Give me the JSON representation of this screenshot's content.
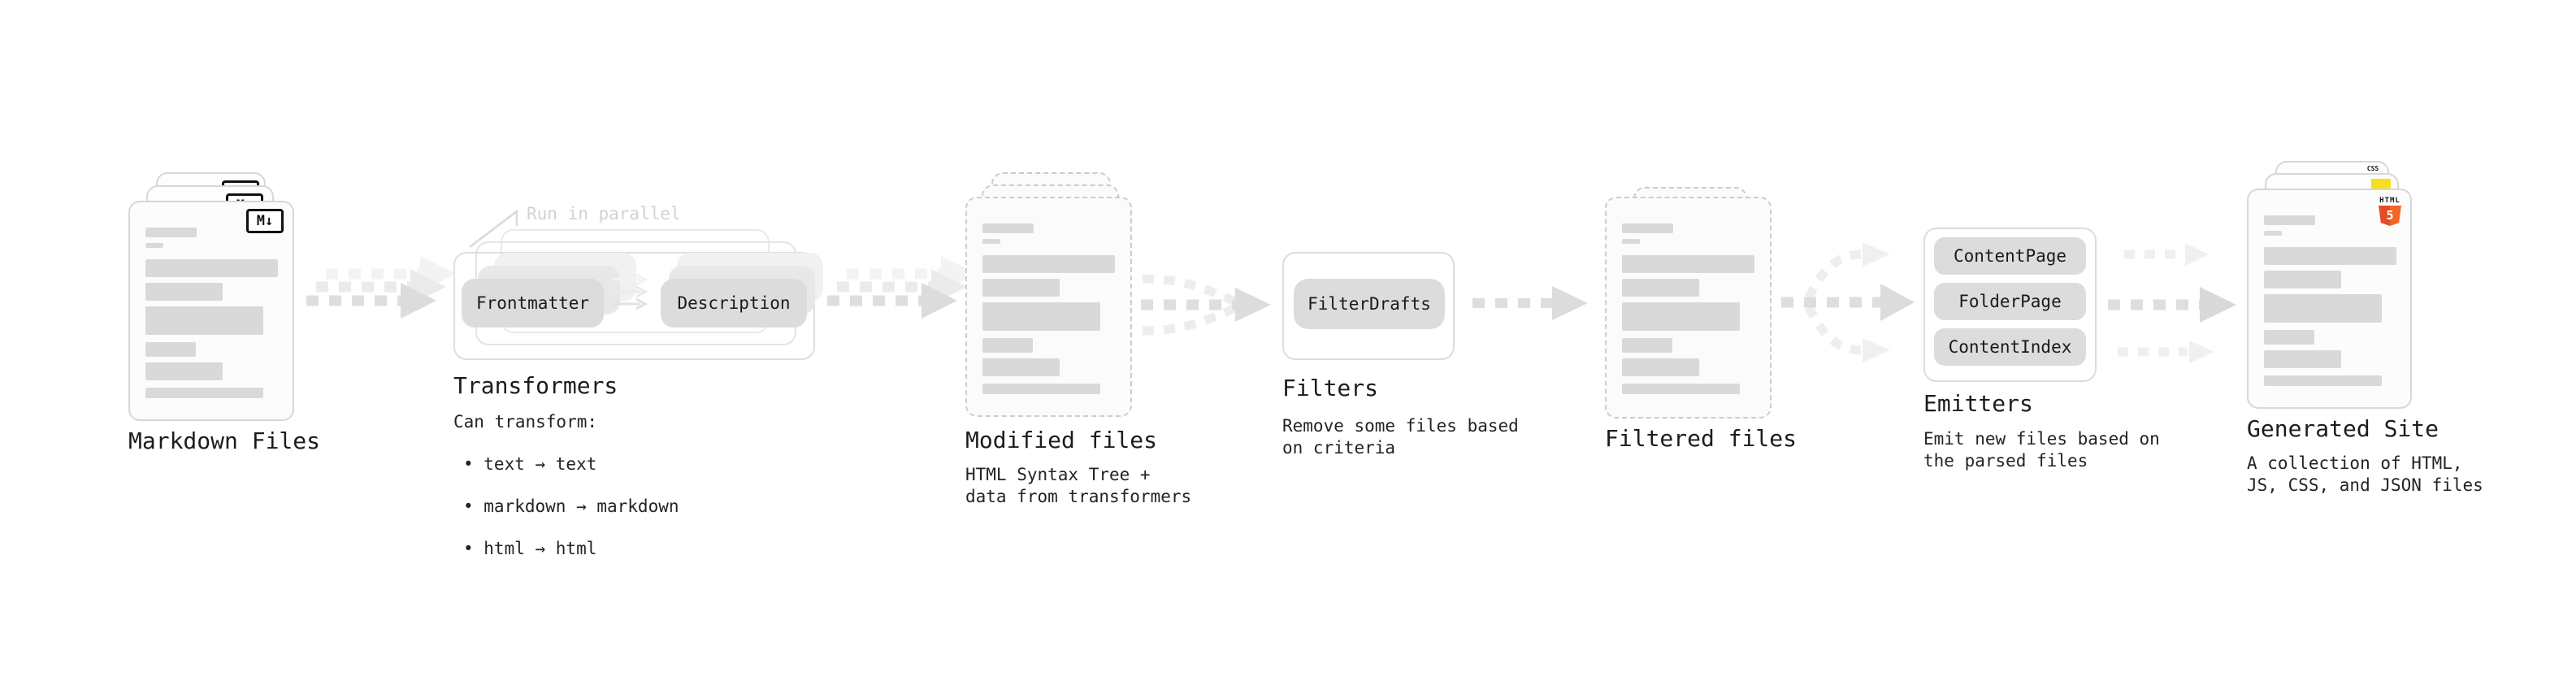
{
  "diagram": {
    "markdown_files": {
      "label": "Markdown Files",
      "badge": "M↓"
    },
    "transformers": {
      "heading": "Transformers",
      "annotation": "Run in parallel",
      "step1": "Frontmatter",
      "step2": "Description",
      "sub_heading": "Can transform:",
      "bullets": [
        "• text → text",
        "• markdown → markdown",
        "• html → html"
      ]
    },
    "modified_files": {
      "heading": "Modified files",
      "description": "HTML Syntax Tree +\ndata from transformers"
    },
    "filters": {
      "heading": "Filters",
      "step": "FilterDrafts",
      "description": "Remove some files based\non criteria"
    },
    "filtered_files": {
      "heading": "Filtered files"
    },
    "emitters": {
      "heading": "Emitters",
      "steps": [
        "ContentPage",
        "FolderPage",
        "ContentIndex"
      ],
      "description": "Emit new files based on\nthe parsed files"
    },
    "generated_site": {
      "heading": "Generated Site",
      "description": "A collection of HTML,\nJS, CSS, and JSON files",
      "css_badge": "CSS",
      "html_badge": "HTML",
      "html_number": "5"
    }
  },
  "colors": {
    "js_yellow": "#f7df1e",
    "css_blue": "#2d65e0",
    "html_orange": "#e44d26",
    "html_orange_light": "#f16529",
    "arrow_gray": "#dcdcdc"
  }
}
